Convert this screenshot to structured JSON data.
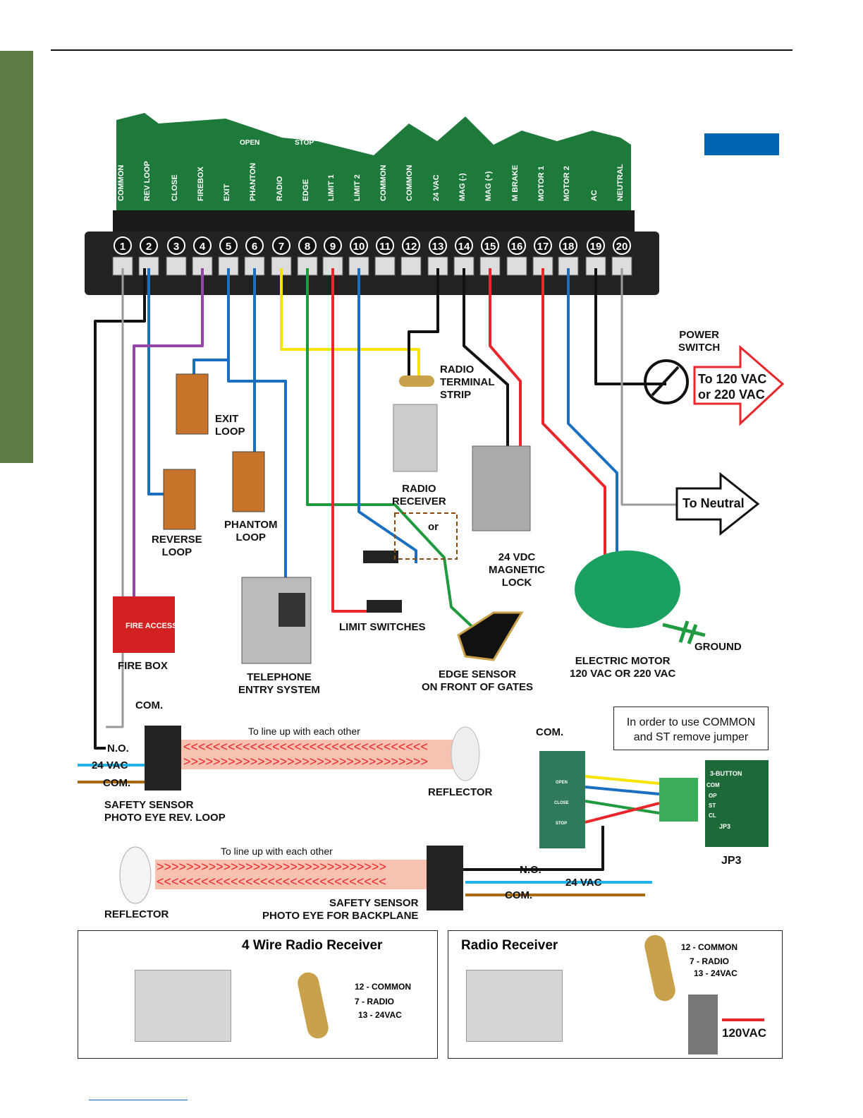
{
  "colors": {
    "sidebar_tab": "#5d7c43",
    "accent_box": "#0066b3",
    "board": "#1d7a3a",
    "wire_red": "#e8262b",
    "wire_blue": "#1b6fc0",
    "wire_yellow": "#f5e400",
    "wire_green": "#1f9a3f",
    "wire_purple": "#9447a8",
    "wire_black": "#111111",
    "wire_cyan": "#22b3e8",
    "wire_brown": "#a86a10"
  },
  "board": {
    "labels": [
      "COMMON",
      "REV  LOOP",
      "CLOSE",
      "FIREBOX",
      "EXIT",
      "PHANTON",
      "RADIO",
      "EDGE",
      "LIMIT 1",
      "LIMIT 2",
      "COMMON",
      "COMMON",
      "24 VAC",
      "MAG (-)",
      "MAG (+)",
      "M BRAKE",
      "MOTOR  1",
      "MOTOR  2",
      "AC",
      "NEUTRAL"
    ],
    "open_label": "OPEN",
    "stop_label": "STOP",
    "terminals": [
      "1",
      "2",
      "3",
      "4",
      "5",
      "6",
      "7",
      "8",
      "9",
      "10",
      "11",
      "12",
      "13",
      "14",
      "15",
      "16",
      "17",
      "18",
      "19",
      "20"
    ]
  },
  "devices": {
    "exit_loop": "EXIT\nLOOP",
    "reverse_loop": "REVERSE\nLOOP",
    "phantom_loop": "PHANTOM\nLOOP",
    "fire_box": "FIRE BOX",
    "fire_box_face": "FIRE ACCESS",
    "telephone": "TELEPHONE\nENTRY SYSTEM",
    "radio_strip": "RADIO\nTERMINAL\nSTRIP",
    "radio_receiver": "RADIO\nRECEIVER",
    "limit_switches": "LIMIT SWITCHES",
    "or_label": "or",
    "edge_sensor": "EDGE SENSOR\nON FRONT OF GATES",
    "mag_lock": "24 VDC\nMAGNETIC\nLOCK",
    "power_switch": "POWER\nSWITCH",
    "to_vac": "To 120 VAC\nor 220 VAC",
    "to_neutral": "To Neutral",
    "motor": "ELECTRIC MOTOR\n120 VAC OR 220 VAC",
    "ground": "GROUND"
  },
  "photo_eye_1": {
    "line_up": "To line up with each other",
    "com_top": "COM.",
    "no": "N.O.",
    "vac": "24 VAC",
    "com": "COM.",
    "reflector": "REFLECTOR",
    "label": "SAFETY SENSOR\nPHOTO EYE REV. LOOP"
  },
  "photo_eye_2": {
    "line_up": "To line up with each other",
    "no": "N.O.",
    "vac": "24 VAC",
    "com": "COM.",
    "reflector": "REFLECTOR",
    "label": "SAFETY SENSOR\nPHOTO EYE FOR BACKPLANE"
  },
  "button_station": {
    "com": "COM.",
    "buttons": [
      "OPEN",
      "CLOSE",
      "STOP"
    ],
    "note": "In order to use COMMON\nand ST remove jumper",
    "jp3_header": "3-BUTTON",
    "jp3_pins": [
      "COM",
      "OP",
      "ST",
      "CL"
    ],
    "jp3_board": "JP3",
    "jp3_caption": "JP3"
  },
  "panel_4wire": {
    "title": "4 Wire Radio Receiver",
    "pins": [
      "12 - COMMON",
      "7 - RADIO",
      "13 - 24VAC"
    ]
  },
  "panel_radio": {
    "title": "Radio Receiver",
    "pins": [
      "12 - COMMON",
      "7 - RADIO",
      "13 - 24VAC"
    ],
    "power": "120VAC"
  }
}
